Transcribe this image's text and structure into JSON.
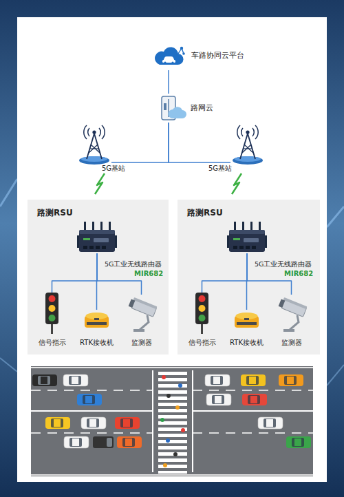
{
  "diagram": {
    "nodes": [
      {
        "text": [
          "车路协同云平台"
        ]
      },
      {
        "text": [
          "路网云"
        ]
      },
      {
        "text": [
          "5G基站"
        ]
      },
      {
        "text": [
          "5G基站"
        ]
      },
      {
        "text": [
          "路测RSU"
        ]
      },
      {
        "text": [
          "5G工业无线路由器",
          "MIR682"
        ],
        "in": 4
      },
      {
        "text": [
          "信号指示"
        ],
        "in": 4
      },
      {
        "text": [
          "RTK接收机"
        ],
        "in": 4
      },
      {
        "text": [
          "监测器"
        ],
        "in": 4
      },
      {
        "text": [
          "路测RSU"
        ]
      },
      {
        "text": [
          "5G工业无线路由器",
          "MIR682"
        ],
        "in": 9
      },
      {
        "text": [
          "信号指示"
        ],
        "in": 9
      },
      {
        "text": [
          "RTK接收机"
        ],
        "in": 9
      },
      {
        "text": [
          "监测器"
        ],
        "in": 9
      }
    ],
    "edges": [
      {
        "from": 0,
        "to": 1,
        "arrow": "none"
      },
      {
        "from": 1,
        "to": 2,
        "arrow": "none"
      },
      {
        "from": 1,
        "to": 3,
        "arrow": "none"
      },
      {
        "from": 2,
        "to": 4,
        "arrow": "none"
      },
      {
        "from": 3,
        "to": 9,
        "arrow": "none"
      },
      {
        "from": 5,
        "to": 6,
        "arrow": "none"
      },
      {
        "from": 5,
        "to": 7,
        "arrow": "none"
      },
      {
        "from": 5,
        "to": 8,
        "arrow": "none"
      },
      {
        "from": 10,
        "to": 11,
        "arrow": "none"
      },
      {
        "from": 10,
        "to": 12,
        "arrow": "none"
      },
      {
        "from": 10,
        "to": 13,
        "arrow": "none"
      }
    ]
  }
}
